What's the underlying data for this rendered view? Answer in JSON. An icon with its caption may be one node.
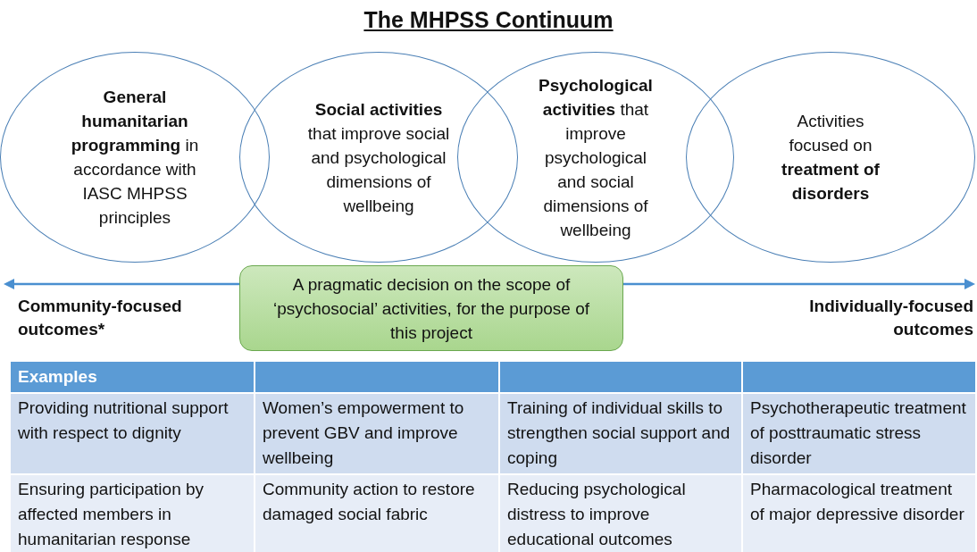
{
  "diagram": {
    "title": "The MHPSS Continuum",
    "nodes": [
      {
        "text": [
          "**General humanitarian programming** in accordance with IASC MHPSS principles"
        ]
      },
      {
        "text": [
          "**Social activities** that improve social and psychological dimensions of wellbeing"
        ]
      },
      {
        "text": [
          "**Psychological activities** that improve psychological and social dimensions of wellbeing"
        ]
      },
      {
        "text": [
          "Activities focused on **treatment of disorders**"
        ]
      },
      {
        "text": [
          "A pragmatic decision on the scope of ‘psychosocial’ activities, for the purpose of this project"
        ]
      }
    ],
    "edges": [],
    "labels": [
      "Community-focused outcomes*",
      "Individually-focused outcomes",
      "Examples",
      "Providing nutritional support with respect to dignity",
      "Women’s empowerment to prevent GBV and improve wellbeing",
      "Training of individual skills to strengthen social support and coping",
      "Psychotherapeutic treatment of posttraumatic stress disorder",
      "Ensuring participation by affected members in humanitarian response",
      "Community action to restore damaged social fabric",
      "Reducing psychological distress to improve educational outcomes",
      "Pharmacological treatment of major depressive disorder"
    ]
  }
}
